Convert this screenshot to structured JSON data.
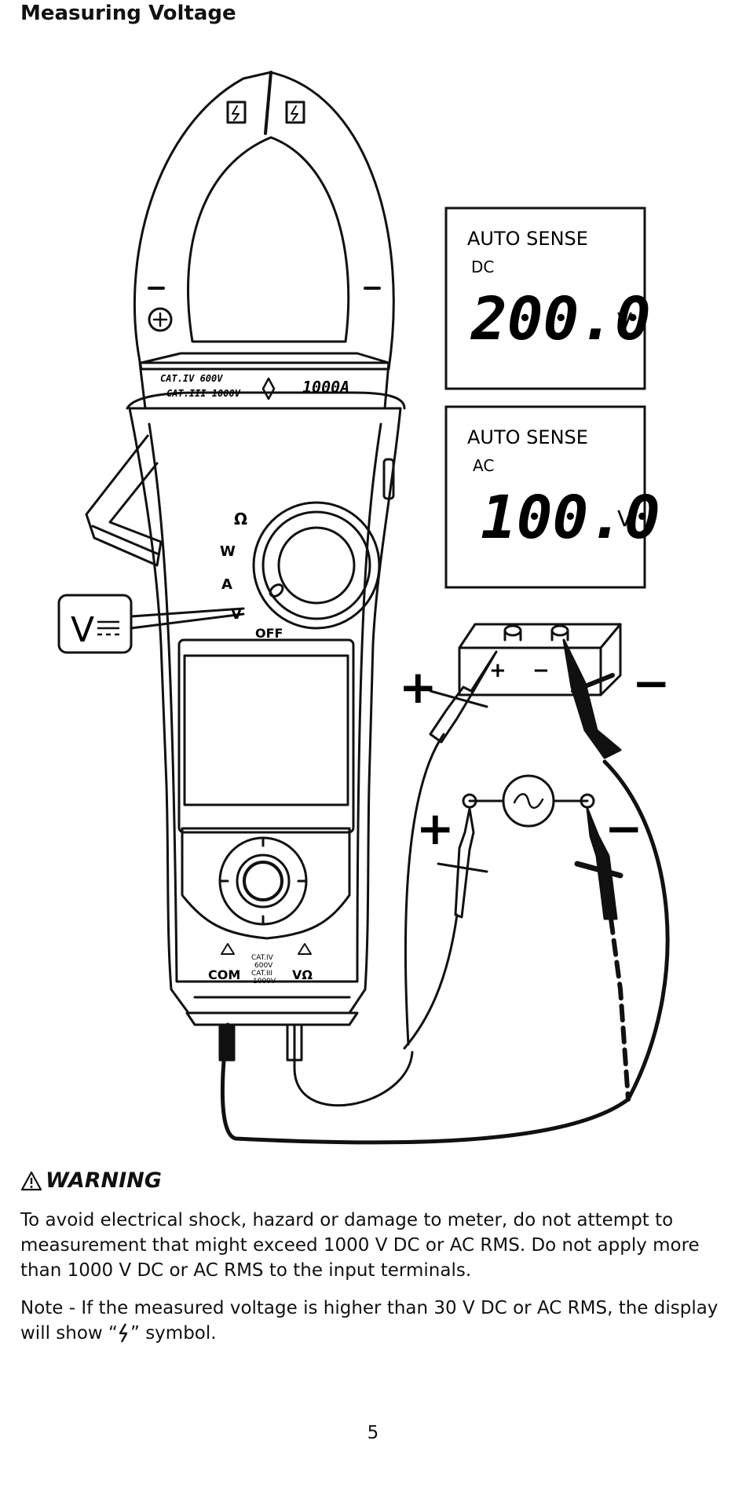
{
  "page": {
    "title": "Measuring Voltage",
    "page_number": "5"
  },
  "figure": {
    "lcd_dc": {
      "mode": "AUTO SENSE",
      "type": "DC",
      "reading": "200.0",
      "unit": "V"
    },
    "lcd_ac": {
      "mode": "AUTO SENSE",
      "type": "AC",
      "reading": "100.0",
      "unit": "V"
    },
    "meter": {
      "cat_iv": "CAT.IV 600V",
      "cat_iii": "CAT.III 1000V",
      "range": "1000A",
      "dial_off": "OFF",
      "dial_v": "V",
      "dial_a": "A",
      "dial_w": "W",
      "dial_ohm": "Ω",
      "com_label": "COM",
      "vohm_label": "VΩ",
      "terminal_cat_iv": "CAT.IV",
      "terminal_600v": "600V",
      "terminal_cat_iii": "CAT.III",
      "terminal_1000v": "1000V"
    },
    "callout_label": "V",
    "plus_sign": "+",
    "minus_sign": "−"
  },
  "warning": {
    "title": "WARNING",
    "text": "To avoid electrical shock, hazard or damage to meter, do not attempt to measurement that might exceed 1000 V DC or AC RMS. Do not apply more than 1000 V DC or AC RMS to the input terminals.",
    "note_before": "Note - If the measured voltage is higher than 30 V DC or AC RMS, the display will show “",
    "note_after": "” symbol."
  }
}
